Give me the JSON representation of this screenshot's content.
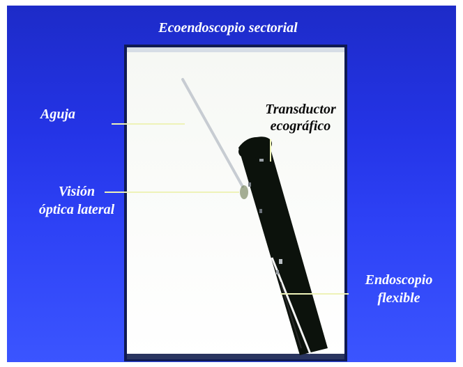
{
  "title": "Ecoendoscopio sectorial",
  "labels": {
    "needle": "Aguja",
    "lateral_view_line1": "Visión",
    "lateral_view_line2": "óptica lateral",
    "transducer_line1": "Transductor",
    "transducer_line2": "ecográfico",
    "endoscope_line1": "Endoscopio",
    "endoscope_line2": "flexible"
  },
  "colors": {
    "background_top": "#1f2ecf",
    "background_mid": "#2a3cf0",
    "background_bottom": "#3b55ff",
    "label_text": "#ffffff",
    "callout_line": "#f2f6b0",
    "endoscope": "#0d130d",
    "frame": "#101a4a"
  }
}
